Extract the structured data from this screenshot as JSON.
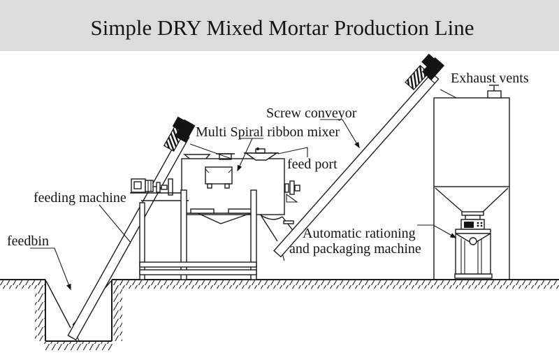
{
  "title": "Simple DRY Mixed Mortar Production Line",
  "labels": {
    "exhaust_vents": "Exhaust vents",
    "screw_conveyor": "Screw conveyor",
    "mixer": "Multi Spiral ribbon mixer",
    "feed_port": "feed port",
    "feeding_machine": "feeding machine",
    "feedbin": "feedbin",
    "packaging_line1": "Automatic rationing",
    "packaging_line2": "and packaging machine"
  },
  "colors": {
    "header_bg": "#dcdcdc",
    "line": "#1b1b1b",
    "background": "#ffffff"
  }
}
